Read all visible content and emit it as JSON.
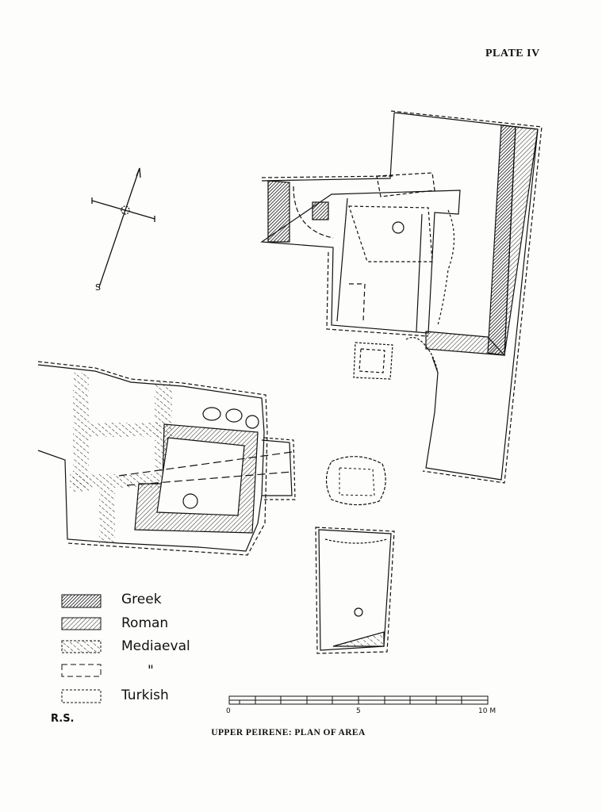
{
  "plate_title": "PLATE IV",
  "caption": "UPPER PEIRENE: PLAN OF AREA",
  "initials": "R.S.",
  "legend": [
    {
      "label": "Greek",
      "pattern": "dense-hatch"
    },
    {
      "label": "Roman",
      "pattern": "diagonal-hatch"
    },
    {
      "label": "Mediaeval",
      "pattern": "broken-hatch"
    },
    {
      "label": "\"",
      "pattern": "long-dash-outline"
    },
    {
      "label": "Turkish",
      "pattern": "short-dash-outline"
    }
  ],
  "scale_bar": {
    "labels": [
      "0",
      "5",
      "10 M"
    ],
    "unit": "M",
    "max": 10
  },
  "compass": {
    "icon": "north-arrow"
  },
  "colors": {
    "ink": "#111111",
    "paper": "#fdfdfb"
  }
}
